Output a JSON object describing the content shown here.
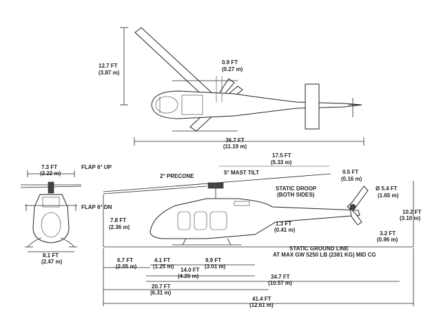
{
  "top_view": {
    "height_ft": "12.7 FT",
    "height_m": "(3.87 m)",
    "offset_ft": "0.9 FT",
    "offset_m": "(0.27 m)",
    "length_ft": "36.7 FT",
    "length_m": "(11.19 m)"
  },
  "front_view": {
    "stab_ft": "7.3 FT",
    "stab_m": "(2.22 m)",
    "flap_up": "FLAP 6° UP",
    "flap_dn": "FLAP 6° DN",
    "tread_ft": "8.1 FT",
    "tread_m": "(2.47 m)"
  },
  "side_view": {
    "precone": "2° PRECONE",
    "mast_tilt": "5° MAST TILT",
    "rotor_ft": "17.5 FT",
    "rotor_m": "(5.33 m)",
    "droop_ft": "0.5 FT",
    "droop_m": "(0.16 m)",
    "static_droop_1": "STATIC DROOP",
    "static_droop_2": "(BOTH SIDES)",
    "tail_rotor_ft": "Ø 5.4 FT",
    "tail_rotor_m": "(1.65 m)",
    "height_ft": "10.2 FT",
    "height_m": "(3.10 m)",
    "cabin_ft": "7.8 FT",
    "cabin_m": "(2.36 m)",
    "skid_ft": "1.3 FT",
    "skid_m": "(0.41 m)",
    "tail_ft": "3.2 FT",
    "tail_m": "(0.96 m)",
    "ground_1": "STATIC GROUND LINE",
    "ground_2": "AT MAX GW 5250 LB (2381 KG) MID CG"
  },
  "bottom_dims": {
    "d1_ft": "6.7 FT",
    "d1_m": "(2.05 m)",
    "d2_ft": "4.1 FT",
    "d2_m": "(1.25 m)",
    "d3_ft": "9.9 FT",
    "d3_m": "(3.01 m)",
    "d4_ft": "14.0 FT",
    "d4_m": "(4.26 m)",
    "d5_ft": "34.7 FT",
    "d5_m": "(10.57 m)",
    "d6_ft": "20.7 FT",
    "d6_m": "(6.31 m)",
    "d7_ft": "41.4 FT",
    "d7_m": "(12.61 m)"
  }
}
